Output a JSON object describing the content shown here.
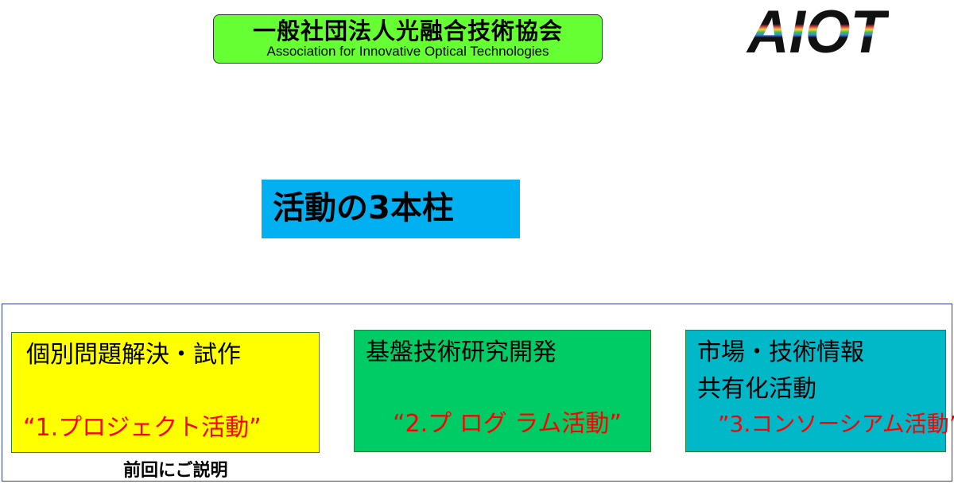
{
  "header": {
    "org_name_jp": "一般社団法人光融合技術協会",
    "org_name_en": "Association for  Innovative Optical Technologies",
    "logo_text": "AIOT"
  },
  "title": "活動の3本柱",
  "pillars": [
    {
      "title_line1": "個別問題解決・試作",
      "title_line2": "",
      "label": "“1.プロジェクト活動”",
      "note": "前回にご説明"
    },
    {
      "title_line1": "基盤技術研究開発",
      "title_line2": "",
      "label": "“2.プ ログ ラム活動”"
    },
    {
      "title_line1": "市場・技術情報",
      "title_line2": "共有化活動",
      "label": "”3.コンソーシアム活動”"
    }
  ],
  "colors": {
    "org_box": "#66ff33",
    "title_box": "#00b0f0",
    "pillar1": "#ffff00",
    "pillar2": "#00cc66",
    "pillar3": "#00b8c8",
    "label_text": "#ff0000"
  }
}
